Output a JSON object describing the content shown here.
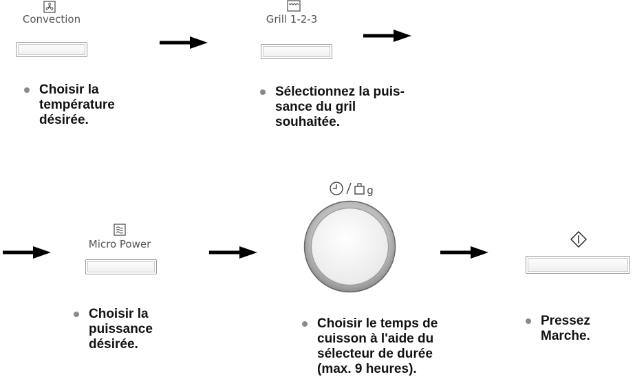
{
  "panels": {
    "convection": {
      "icon": "fan-icon",
      "label": "Convection"
    },
    "grill": {
      "icon": "grill-icon",
      "label": "Grill 1-2-3"
    },
    "micro_power": {
      "icon": "microwave-waves-icon",
      "label": "Micro Power"
    },
    "dial": {
      "icon": "clock-weight-icon",
      "label_time": "(/)",
      "label_weight": "g",
      "separator": "/"
    },
    "start": {
      "icon": "start-diamond-icon"
    }
  },
  "steps": [
    "Choisir la\ntempérature\ndésirée.",
    "Sélectionnez la puis-\nsance du gril\nsouhaitée.",
    "Choisir la\npuissance\ndésirée.",
    "Choisir le temps de\ncuisson à l'aide du\nsélecteur de durée\n(max. 9 heures).",
    "Pressez\nMarche."
  ],
  "colors": {
    "arrow": "#000000",
    "bullet": "#8a8a8a",
    "dial_rim": "#8c8c8c",
    "dial_face": "#f6f6f6"
  }
}
